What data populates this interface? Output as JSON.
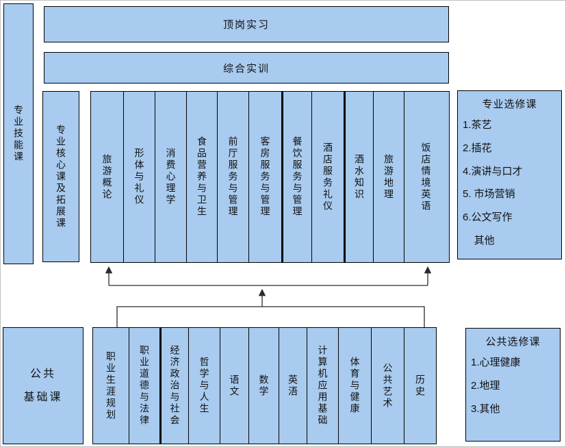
{
  "palette": {
    "box_fill": "#a8cbef",
    "box_border": "#000000",
    "line_color": "#2b2b2b",
    "background": "#ffffff"
  },
  "top_bars": {
    "internship": "顶岗实习",
    "training": "综合实训"
  },
  "left_bars": {
    "skill": "专业技能课",
    "core": "专业核心课及拓展课"
  },
  "core_columns": [
    "旅游概论",
    "形体与礼仪",
    "消费心理学",
    "食品营养与卫生",
    "前厅服务与管理",
    "客房服务与管理",
    "餐饮服务与管理",
    "酒店服务礼仪",
    "酒水知识",
    "旅游地理",
    "饭店情境英语"
  ],
  "pro_electives": {
    "title": "专业选修课",
    "items": [
      "1.茶艺",
      "2.插花",
      "4.演讲与口才",
      "5. 市场营销",
      "6.公文写作",
      "    其他"
    ]
  },
  "public_base": {
    "line1": "公共",
    "line2": "基础课"
  },
  "base_columns": [
    "职业生涯规划",
    "职业道德与法律",
    "经济政治与社会",
    "哲学与人生",
    "语文",
    "数学",
    "英浯",
    "计算机应用基础",
    "体育与健康",
    "公共艺术",
    "历史"
  ],
  "public_electives": {
    "title": "公共选修课",
    "items": [
      "1.心理健康",
      "2.地理",
      "3.其他"
    ]
  }
}
